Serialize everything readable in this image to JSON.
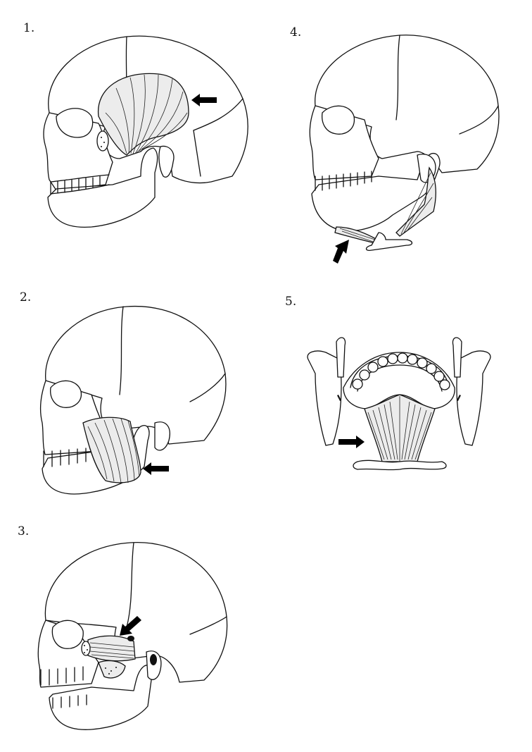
{
  "panels": [
    {
      "id": "1",
      "label": "1."
    },
    {
      "id": "2",
      "label": "2."
    },
    {
      "id": "3",
      "label": "3."
    },
    {
      "id": "4",
      "label": "4."
    },
    {
      "id": "5",
      "label": "5."
    }
  ],
  "colors": {
    "line": "#111111",
    "muscle_fill": "#ececec",
    "arrow": "#000000",
    "background": "#ffffff"
  },
  "icons": [
    "arrow-icon"
  ]
}
